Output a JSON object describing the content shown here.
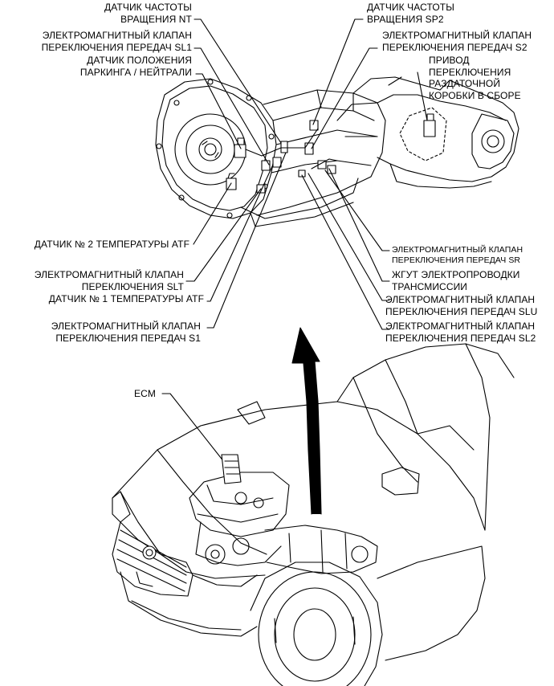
{
  "labels": {
    "nt_sensor": [
      "ДАТЧИК ЧАСТОТЫ",
      "ВРАЩЕНИЯ NT"
    ],
    "sl1_valve": [
      "ЭЛЕКТРОМАГНИТНЫЙ КЛАПАН",
      "ПЕРЕКЛЮЧЕНИЯ ПЕРЕДАЧ SL1"
    ],
    "park_neutral_switch": [
      "ДАТЧИК ПОЛОЖЕНИЯ",
      "ПАРКИНГА / НЕЙТРАЛИ"
    ],
    "sp2_sensor": [
      "ДАТЧИК ЧАСТОТЫ",
      "ВРАЩЕНИЯ SP2"
    ],
    "s2_valve": [
      "ЭЛЕКТРОМАГНИТНЫЙ КЛАПАН",
      "ПЕРЕКЛЮЧЕНИЯ ПЕРЕДАЧ S2"
    ],
    "transfer_actuator": [
      "ПРИВОД",
      "ПЕРЕКЛЮЧЕНИЯ",
      "РАЗДАТОЧНОЙ",
      "КОРОБКИ В СБОРЕ"
    ],
    "atf_temp_2": [
      "ДАТЧИК № 2 ТЕМПЕРАТУРЫ ATF"
    ],
    "slt_valve": [
      "ЭЛЕКТРОМАГНИТНЫЙ КЛАПАН",
      "ПЕРЕКЛЮЧЕНИЯ SLT"
    ],
    "atf_temp_1": [
      "ДАТЧИК № 1 ТЕМПЕРАТУРЫ ATF"
    ],
    "s1_valve": [
      "ЭЛЕКТРОМАГНИТНЫЙ КЛАПАН",
      "ПЕРЕКЛЮЧЕНИЯ ПЕРЕДАЧ S1"
    ],
    "sr_valve": [
      "ЭЛЕКТРОМАГНИТНЫЙ КЛАПАН",
      "ПЕРЕКЛЮЧЕНИЯ ПЕРЕДАЧ SR"
    ],
    "wire_harness": [
      "ЖГУТ ЭЛЕКТРОПРОВОДКИ",
      "ТРАНСМИССИИ"
    ],
    "slu_valve": [
      "ЭЛЕКТРОМАГНИТНЫЙ КЛАПАН",
      "ПЕРЕКЛЮЧЕНИЯ ПЕРЕДАЧ SLU"
    ],
    "sl2_valve": [
      "ЭЛЕКТРОМАГНИТНЫЙ КЛАПАН",
      "ПЕРЕКЛЮЧЕНИЯ ПЕРЕДАЧ SL2"
    ],
    "ecm": [
      "ECM"
    ]
  },
  "colors": {
    "line": "#000000",
    "background": "#ffffff"
  }
}
